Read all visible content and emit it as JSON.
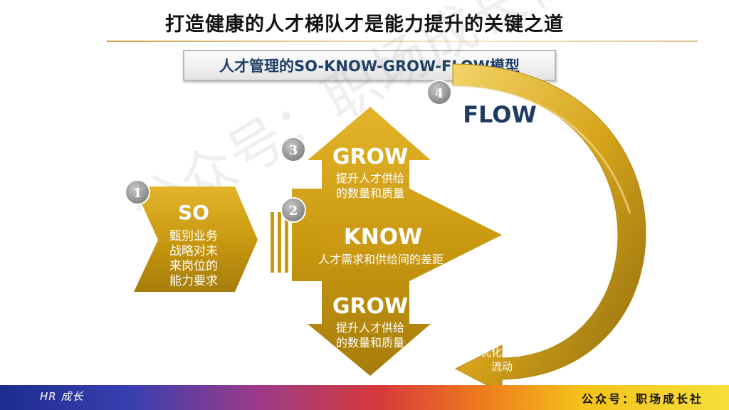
{
  "title": "打造健康的人才梯队才是能力提升的关键之道",
  "subtitle": "人才管理的SO-KNOW-GROW-FLOW模型",
  "watermark": "公众号：职场成长社",
  "steps": {
    "so": {
      "num": "1",
      "label": "SO",
      "desc": [
        "甄别业务",
        "战略对未",
        "来岗位的",
        "能力要求"
      ]
    },
    "know": {
      "num": "2",
      "label": "KNOW",
      "desc": [
        "人才需求和供给间的差距"
      ]
    },
    "grow_top": {
      "num": "3",
      "label": "GROW",
      "desc": [
        "提升人才供给",
        "的数量和质量"
      ]
    },
    "grow_bottom": {
      "label": "GROW",
      "desc": [
        "提升人才供给",
        "的数量和质量"
      ]
    },
    "flow": {
      "num": "4",
      "label": "FLOW",
      "desc": [
        "优化人才",
        "流动"
      ]
    }
  },
  "footer": {
    "left": "HR 成长",
    "right": "公众号：职场成长社"
  },
  "colors": {
    "gold": "#d4a21a",
    "gold_dark": "#8a6a10",
    "flow_text": "#1f3a63",
    "num_circle": "#9a9a9a"
  }
}
